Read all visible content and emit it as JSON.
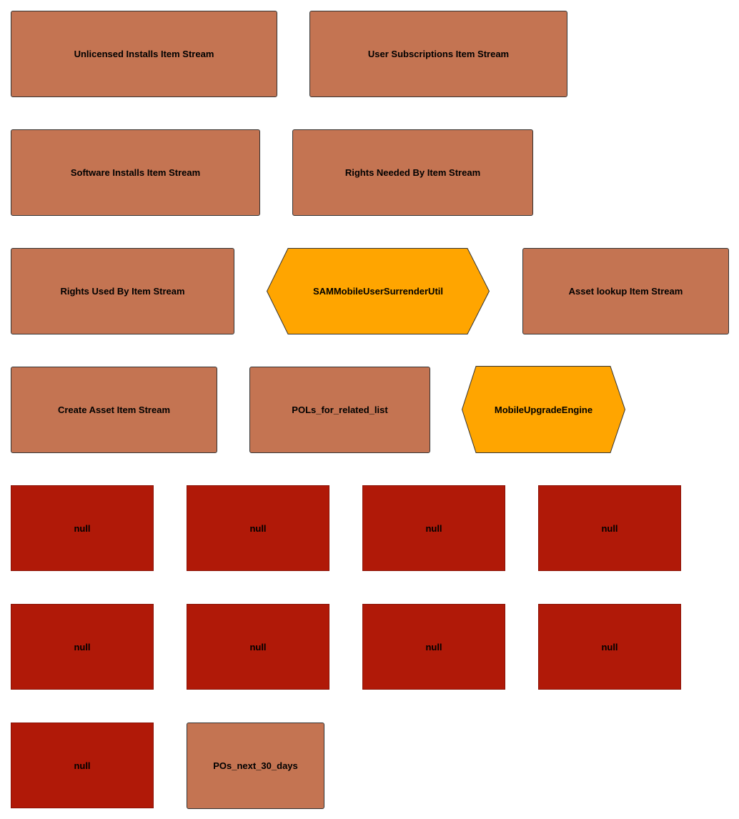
{
  "colors": {
    "stream_fill": "#c47452",
    "engine_fill": "#ffa500",
    "null_fill": "#b01908"
  },
  "nodes": {
    "unlicensed_installs": "Unlicensed Installs Item Stream",
    "user_subscriptions": "User Subscriptions Item Stream",
    "software_installs": "Software Installs Item Stream",
    "rights_needed_by": "Rights Needed By Item Stream",
    "rights_used_by": "Rights Used By Item Stream",
    "sam_mobile_user_surrender_util": "SAMMobileUserSurrenderUtil",
    "asset_lookup": "Asset lookup Item Stream",
    "create_asset": "Create Asset Item Stream",
    "pols_for_related_list": "POLs_for_related_list",
    "mobile_upgrade_engine": "MobileUpgradeEngine",
    "null_nodes": [
      "null",
      "null",
      "null",
      "null",
      "null",
      "null",
      "null",
      "null",
      "null"
    ],
    "pos_next_30_days": "POs_next_30_days"
  }
}
